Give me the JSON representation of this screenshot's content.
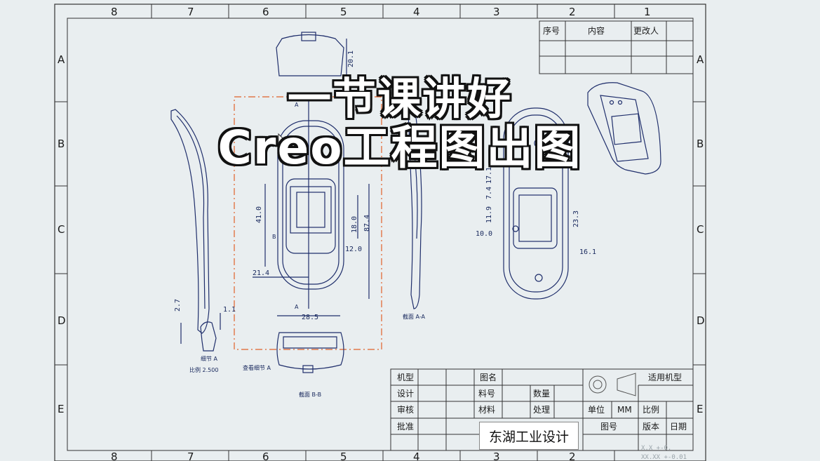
{
  "frame": {
    "columns": [
      "8",
      "7",
      "6",
      "5",
      "4",
      "3",
      "2",
      "1"
    ],
    "rows": [
      "A",
      "B",
      "C",
      "D",
      "E"
    ]
  },
  "revision_table": {
    "headers": [
      "序号",
      "内容",
      "更改人"
    ]
  },
  "overlay_title": {
    "line1": "一节课讲好",
    "line2": "Creo工程图出图"
  },
  "dimensions": {
    "d20_1": "20.1",
    "d41": "41.0",
    "d18": "18.0",
    "d87_4": "87.4",
    "d12": "12.0",
    "d21_4": "21.4",
    "d28_5": "28.5",
    "d2_7": "2.7",
    "d1_1": "1.1",
    "d11_9": "11.9",
    "d7_4": "7.4",
    "d10": "10.0",
    "d23_3": "23.3",
    "d16_1": "16.1",
    "d17_1": "17.1"
  },
  "view_labels": {
    "section_aa": "截面 A-A",
    "section_bb": "截面 B-B",
    "detail_a": "细节 A",
    "scale_label": "比例 2.500",
    "view_detail": "查看细节 A",
    "cut_a": "A",
    "cut_b": "B"
  },
  "title_block": {
    "jixing": "机型",
    "tuming": "图名",
    "sheji": "设计",
    "liaohao": "料号",
    "shuliang": "数量",
    "shenhe": "审核",
    "cailiao": "材料",
    "chuli": "处理",
    "pizhun": "批准",
    "danwei": "单位",
    "unit_value": "MM",
    "bili": "比例",
    "tuhao": "图号",
    "banben": "版本",
    "riqi": "日期",
    "shiyong": "适用机型",
    "tol1": "X.X  +-0.",
    "tol2": "XX.XX  +-0.01"
  },
  "company": "东湖工业设计",
  "colors": {
    "background": "#e9eef0",
    "line": "#1f2e6b",
    "frame": "#333333",
    "section_orange": "#e0612a"
  }
}
